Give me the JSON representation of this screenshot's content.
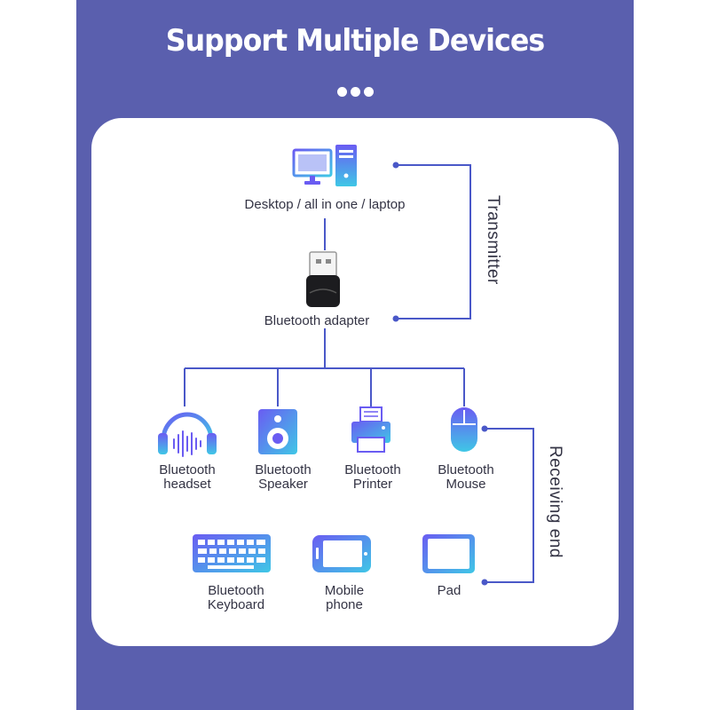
{
  "title": "Support Multiple Devices",
  "colors": {
    "panel": "#5a5fae",
    "card": "#ffffff",
    "line": "#4a58c8",
    "icon_gradient_start": "#6a5cf2",
    "icon_gradient_end": "#3fc7e6"
  },
  "transmitter_label": "Transmitter",
  "receiving_label": "Receiving end",
  "transmitter_devices": [
    {
      "icon": "desktop-computer-icon",
      "label": "Desktop / all in one / laptop"
    },
    {
      "icon": "usb-bluetooth-adapter-icon",
      "label": "Bluetooth adapter"
    }
  ],
  "receiving_devices": [
    {
      "icon": "headset-icon",
      "label_line1": "Bluetooth",
      "label_line2": "headset"
    },
    {
      "icon": "speaker-icon",
      "label_line1": "Bluetooth",
      "label_line2": "Speaker"
    },
    {
      "icon": "printer-icon",
      "label_line1": "Bluetooth",
      "label_line2": "Printer"
    },
    {
      "icon": "mouse-icon",
      "label_line1": "Bluetooth",
      "label_line2": "Mouse"
    },
    {
      "icon": "keyboard-icon",
      "label_line1": "Bluetooth",
      "label_line2": "Keyboard"
    },
    {
      "icon": "mobile-phone-icon",
      "label_line1": "Mobile",
      "label_line2": "phone"
    },
    {
      "icon": "tablet-icon",
      "label_line1": "Pad",
      "label_line2": ""
    }
  ]
}
